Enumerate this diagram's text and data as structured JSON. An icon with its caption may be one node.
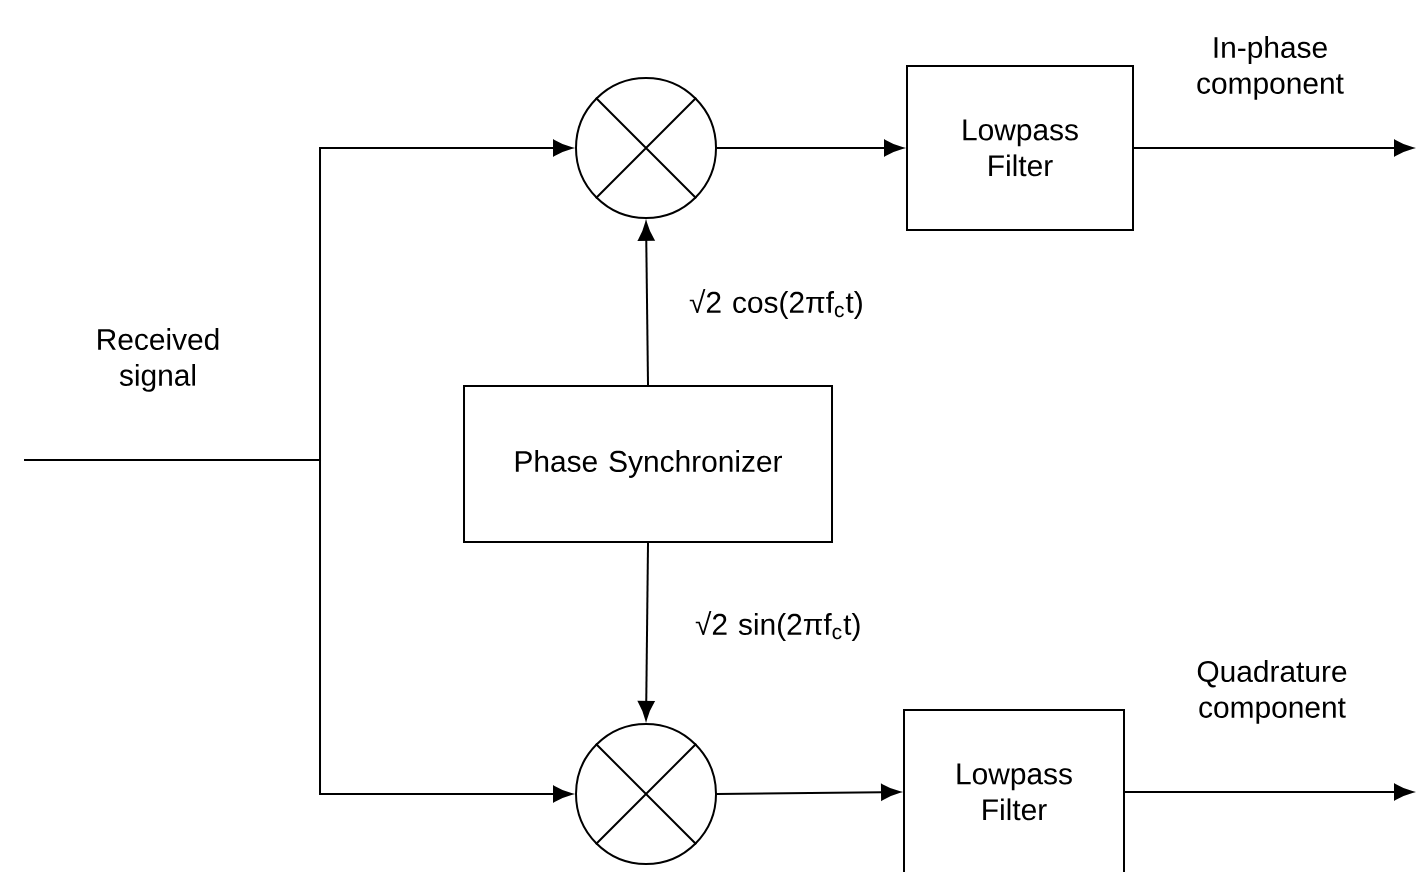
{
  "diagram": {
    "nodes": [
      {
        "text": [],
        "shape": "circle"
      },
      {
        "text": [],
        "shape": "circle"
      },
      {
        "text": [
          "Lowpass Filter"
        ]
      },
      {
        "text": [
          "Phase Synchronizer"
        ]
      },
      {
        "text": [
          "Lowpass Filter"
        ]
      }
    ],
    "edges": [
      {
        "from": null,
        "to": 0,
        "arrow": "to"
      },
      {
        "from": null,
        "to": 1,
        "arrow": "to"
      },
      {
        "from": 0,
        "to": 2,
        "arrow": "to"
      },
      {
        "from": 1,
        "to": 4,
        "arrow": "to"
      },
      {
        "from": 2,
        "to": null,
        "arrow": "to",
        "label": "In-phase component"
      },
      {
        "from": 4,
        "to": null,
        "arrow": "to",
        "label": "Quadrature component"
      },
      {
        "from": 3,
        "to": 0,
        "arrow": "to",
        "label": "√2  cos(2πf$_{c}$t)"
      },
      {
        "from": 3,
        "to": 1,
        "arrow": "to",
        "label": "√2  sin(2πf$_{c}$t)"
      }
    ],
    "labels": [
      "Received signal"
    ]
  }
}
